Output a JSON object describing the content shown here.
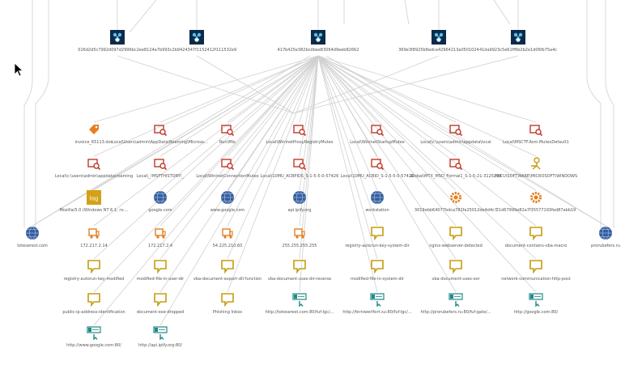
{
  "colors": {
    "edge": "#d0d0d0",
    "label": "#555555",
    "file_hash_bg": "#0c2b4a",
    "file_hash_fg": "#5bc0eb",
    "registry": "#c0392b",
    "indicator": "#c59d0f",
    "domain": "#355f9f",
    "url": "#1f8a85",
    "process": "#e67e22",
    "log": "#d4a017"
  },
  "nodes": [
    {
      "id": "h1",
      "type": "file-hash",
      "label": "026d2d5c7992d097d2996bc2ee8124a"
    },
    {
      "id": "h2",
      "type": "file-hash",
      "label": "7b993c2b9424347f1152412f111532e9"
    },
    {
      "id": "h3",
      "type": "file-hash",
      "label": "417b425e382bcdbee83064d9eeb82662"
    },
    {
      "id": "h4",
      "type": "file-hash",
      "label": "369e3f8925b8adca42964213a0501024"
    },
    {
      "id": "h5",
      "type": "file-hash",
      "label": "41da9923c5e61ff6b2b2e1d06fb75a4c"
    },
    {
      "id": "r1",
      "type": "tag",
      "label": "invoice_65113.doc"
    },
    {
      "id": "r2",
      "type": "registry",
      "label": "Local\\Users\\admin\\AppData\\Roaming\\Microsoft\\Windows"
    },
    {
      "id": "r3",
      "type": "registry",
      "label": "Run\\MIx"
    },
    {
      "id": "r4",
      "type": "registry",
      "label": "Local\\WininetProxyRegistryMutex"
    },
    {
      "id": "r5",
      "type": "registry",
      "label": "Local\\WininetStartupMutex"
    },
    {
      "id": "r6",
      "type": "registry",
      "label": "Local\\c:\\users\\admin\\appdata\\local"
    },
    {
      "id": "r7",
      "type": "registry",
      "label": "Local\\MSCTF.Asm.MutexDefault1"
    },
    {
      "id": "s1",
      "type": "registry",
      "label": "Local\\c:\\users\\admin\\appdata\\roaming"
    },
    {
      "id": "s2",
      "type": "registry",
      "label": "Local\\_!MSFTHISTORY!_"
    },
    {
      "id": "s3",
      "type": "registry",
      "label": "Local\\WininetConnectionMutex"
    },
    {
      "id": "s4",
      "type": "registry",
      "label": "Local\\10MU_ACBPIDS_S-1-5-5-0-57426"
    },
    {
      "id": "s5",
      "type": "registry",
      "label": "Local\\10MU_ACBID_S-1-5-5-0-57426"
    },
    {
      "id": "s6",
      "type": "registry",
      "label": "Global\\MTX_MSO_Formal1_S-1-5-21-3125219"
    },
    {
      "id": "s7",
      "type": "process-node",
      "label": "HKCU\\SOFTWARE\\MICROSOFT\\WINDOWS"
    },
    {
      "id": "d1",
      "type": "log",
      "label": "Mozilla/5.0 (Windows NT 6.1; rv:..."
    },
    {
      "id": "d2",
      "type": "domain",
      "label": "google.com"
    },
    {
      "id": "d3",
      "type": "domain",
      "label": "www.google.com"
    },
    {
      "id": "d4",
      "type": "domain",
      "label": "api.ipify.org"
    },
    {
      "id": "d5",
      "type": "domain",
      "label": "workstation"
    },
    {
      "id": "d6",
      "type": "gear",
      "label": "3019ebb64077bdca782fa25012de4d4c7"
    },
    {
      "id": "d7",
      "type": "gear",
      "label": "21d67999e82a7f35577193fed87abb19"
    },
    {
      "id": "e0",
      "type": "domain",
      "label": "toteserest.com"
    },
    {
      "id": "e1",
      "type": "ip",
      "label": "172.217.2.14"
    },
    {
      "id": "e2",
      "type": "ip",
      "label": "172.217.2.4"
    },
    {
      "id": "e3",
      "type": "ip",
      "label": "54.225.210.60"
    },
    {
      "id": "e4",
      "type": "ip",
      "label": "255.255.255.255"
    },
    {
      "id": "e5",
      "type": "indicator",
      "label": "registry-autorun-key-system-dir"
    },
    {
      "id": "e6",
      "type": "indicator",
      "label": "nginx-webserver-detected"
    },
    {
      "id": "e7",
      "type": "indicator",
      "label": "document-contains-vba-macro"
    },
    {
      "id": "e8",
      "type": "domain",
      "label": "prorubefers.ru"
    },
    {
      "id": "f1",
      "type": "indicator",
      "label": "registry-autorun-key-modified"
    },
    {
      "id": "f2",
      "type": "indicator",
      "label": "modified-file-in-user-dir"
    },
    {
      "id": "f3",
      "type": "indicator",
      "label": "vba-document-export-dll-function"
    },
    {
      "id": "f4",
      "type": "indicator",
      "label": "vba-document-uses-dir-reverse"
    },
    {
      "id": "f5",
      "type": "indicator",
      "label": "modified-file-in-system-dir"
    },
    {
      "id": "f6",
      "type": "indicator",
      "label": "vba-document-uses-xor"
    },
    {
      "id": "f7",
      "type": "indicator",
      "label": "network-communication-http-post"
    },
    {
      "id": "g1",
      "type": "indicator",
      "label": "public-ip-address-identification"
    },
    {
      "id": "g2",
      "type": "indicator",
      "label": "document-exe-dropped"
    },
    {
      "id": "g3",
      "type": "indicator",
      "label": "Phishing Inbox"
    },
    {
      "id": "g4",
      "type": "url",
      "label": "http://toteserest.com:80/fuf-Igc/..."
    },
    {
      "id": "g5",
      "type": "url",
      "label": "http://ferniwerlfort.su:80/fuf-Igc/..."
    },
    {
      "id": "g6",
      "type": "url",
      "label": "http://prorubefers.ru:80/fuf-gate/..."
    },
    {
      "id": "g7",
      "type": "url",
      "label": "http://google.com:80/"
    },
    {
      "id": "u1",
      "type": "url",
      "label": "http://www.google.com:80/"
    },
    {
      "id": "u2",
      "type": "url",
      "label": "http://api.ipify.org:80/"
    }
  ]
}
